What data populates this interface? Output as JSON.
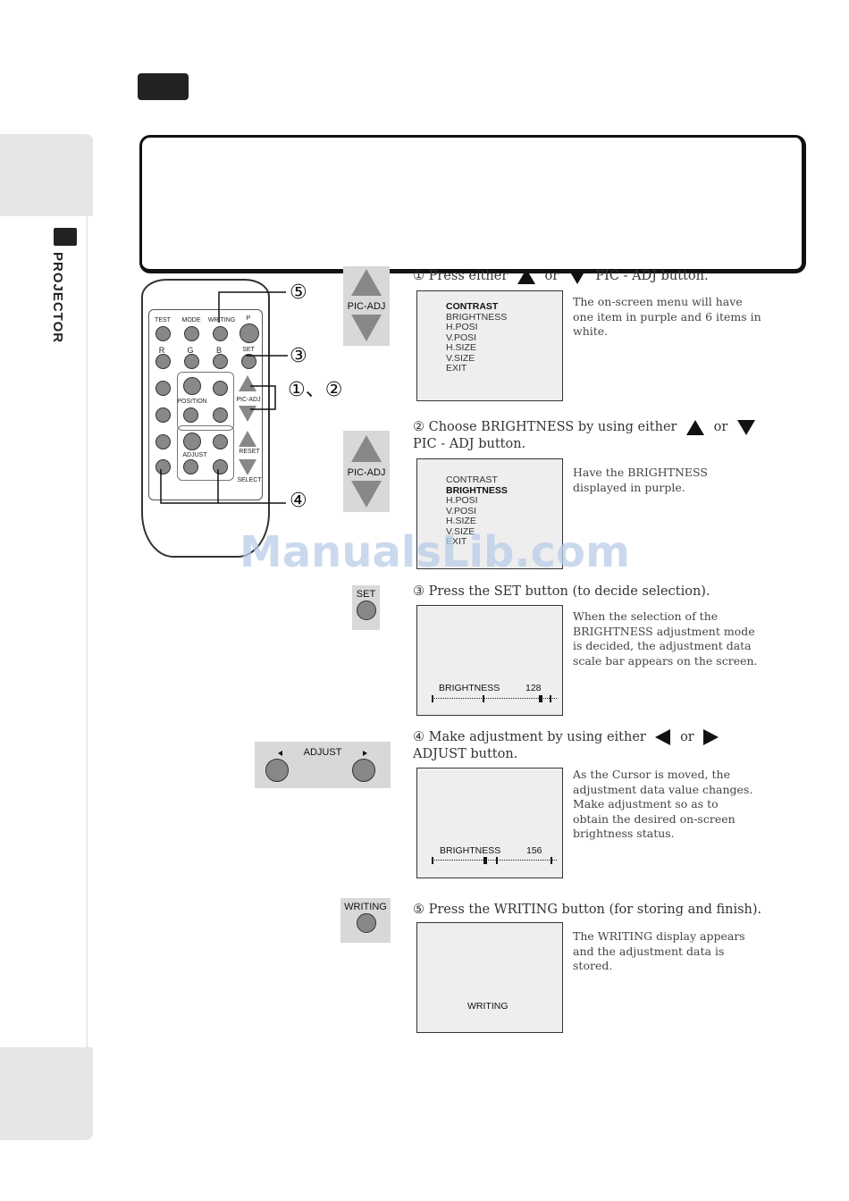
{
  "side_tab": {
    "label": "PROJECTOR"
  },
  "remote": {
    "labels": {
      "test": "TEST",
      "mode": "MODE",
      "writing": "WRITING",
      "p": "P",
      "r": "R",
      "g": "G",
      "b": "B",
      "set": "SET",
      "pic_adj": "PIC-ADJ",
      "position": "POSITION",
      "adjust": "ADJUST",
      "reset": "RESET",
      "select": "SELECT"
    },
    "callouts": {
      "c5": "⑤",
      "c3": "③",
      "c12": "①、②",
      "c4": "④"
    }
  },
  "panels": {
    "pic_adj_1": "PIC-ADJ",
    "pic_adj_2": "PIC-ADJ",
    "set": "SET",
    "adjust": "ADJUST",
    "writing": "WRITING"
  },
  "steps": [
    {
      "num": "①",
      "pre": "Press either",
      "or": "or",
      "post": "PIC - ADJ button.",
      "desc": "The on-screen menu will have one item in purple and 6 items in white."
    },
    {
      "num": "②",
      "pre": "Choose BRIGHTNESS by using either",
      "or": "or",
      "post": "PIC - ADJ button.",
      "desc": "Have the BRIGHTNESS displayed in purple."
    },
    {
      "num": "③",
      "text": "Press the SET button (to decide selection).",
      "desc": "When the selection of the BRIGHTNESS adjustment mode is decided, the adjustment data scale bar appears on the screen."
    },
    {
      "num": "④",
      "pre": "Make adjustment by using either",
      "or": "or",
      "post": "ADJUST button.",
      "desc": "As the Cursor is moved, the adjustment data value changes. Make adjustment so as to obtain the desired on-screen brightness status."
    },
    {
      "num": "⑤",
      "text": "Press the WRITING button (for storing and finish).",
      "desc": "The WRITING display appears and the adjustment data is stored."
    }
  ],
  "menu_items": [
    "CONTRAST",
    "BRIGHTNESS",
    "H.POSI",
    "V.POSI",
    "H.SIZE",
    "V.SIZE",
    "EXIT"
  ],
  "screens": {
    "s3": {
      "label": "BRIGHTNESS",
      "value": "128"
    },
    "s4": {
      "label": "BRIGHTNESS",
      "value": "156"
    },
    "s5": {
      "label": "WRITING"
    }
  },
  "watermark": "ManualsLib.com"
}
